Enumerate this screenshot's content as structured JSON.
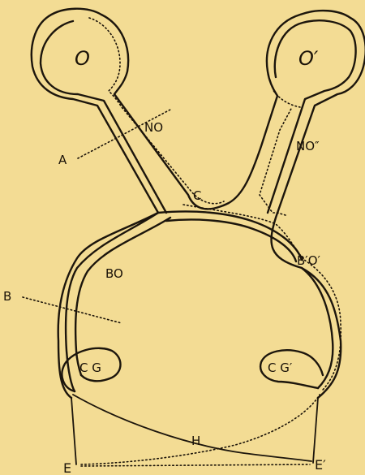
{
  "colors": {
    "background": "#f3dc94",
    "ink": "#1a1208"
  },
  "labels": {
    "O": "O",
    "O_prime": "O′",
    "NO": "NO",
    "NO_double_prime": "NO″",
    "A": "A",
    "C": "C",
    "B": "B",
    "BO": "BO",
    "BO_prime": "B′O′",
    "CG": "C G",
    "CG_prime": "C G′",
    "H": "H",
    "E": "E",
    "E_prime": "E′"
  }
}
